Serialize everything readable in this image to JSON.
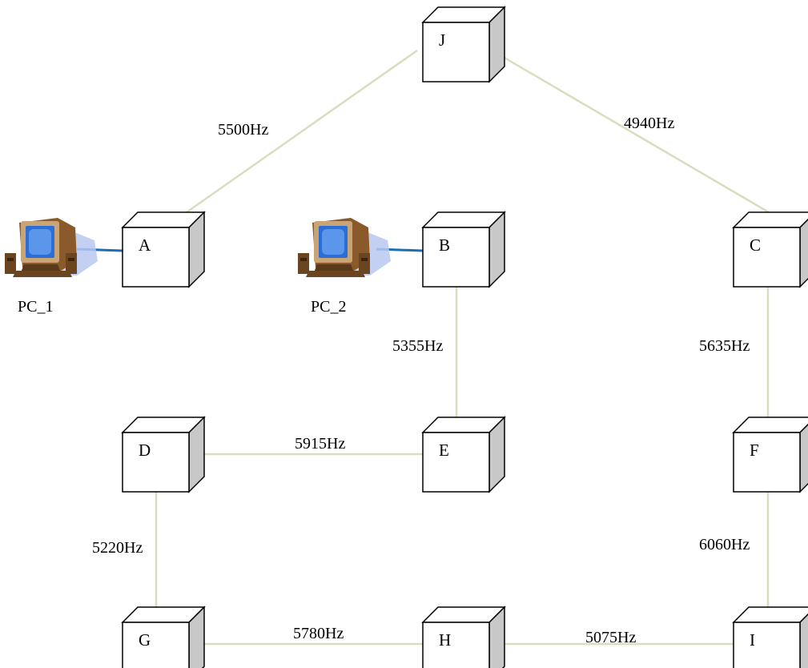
{
  "nodes": {
    "A": "A",
    "B": "B",
    "C": "C",
    "D": "D",
    "E": "E",
    "F": "F",
    "G": "G",
    "H": "H",
    "I": "I",
    "J": "J"
  },
  "pcs": {
    "pc1": "PC_1",
    "pc2": "PC_2"
  },
  "edges": {
    "j_a": "5500Hz",
    "j_c": "4940Hz",
    "b_e": "5355Hz",
    "c_f": "5635Hz",
    "d_e": "5915Hz",
    "d_g": "5220Hz",
    "f_i": "6060Hz",
    "g_h": "5780Hz",
    "h_i": "5075Hz"
  },
  "colors": {
    "edge": "#d6dfbd",
    "pc_link": "#1a6fb8",
    "cube_side": "#c8c8c8"
  }
}
